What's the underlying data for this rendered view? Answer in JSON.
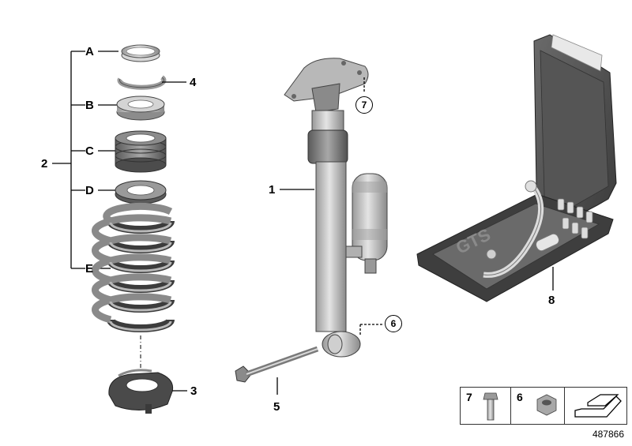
{
  "diagram": {
    "part_labels": {
      "p1": "1",
      "p2": "2",
      "p3": "3",
      "p4": "4",
      "p5": "5",
      "p6": "6",
      "p7": "7",
      "p8": "8",
      "A": "A",
      "B": "B",
      "C": "C",
      "D": "D",
      "E": "E"
    },
    "legend": {
      "bolt_num": "7",
      "nut_num": "6"
    },
    "document_id": "487866",
    "colors": {
      "line": "#000000",
      "part_fill": "#c8c8c8",
      "spring_fill": "#7a7a7a",
      "case_fill": "#4a4a4a"
    }
  }
}
